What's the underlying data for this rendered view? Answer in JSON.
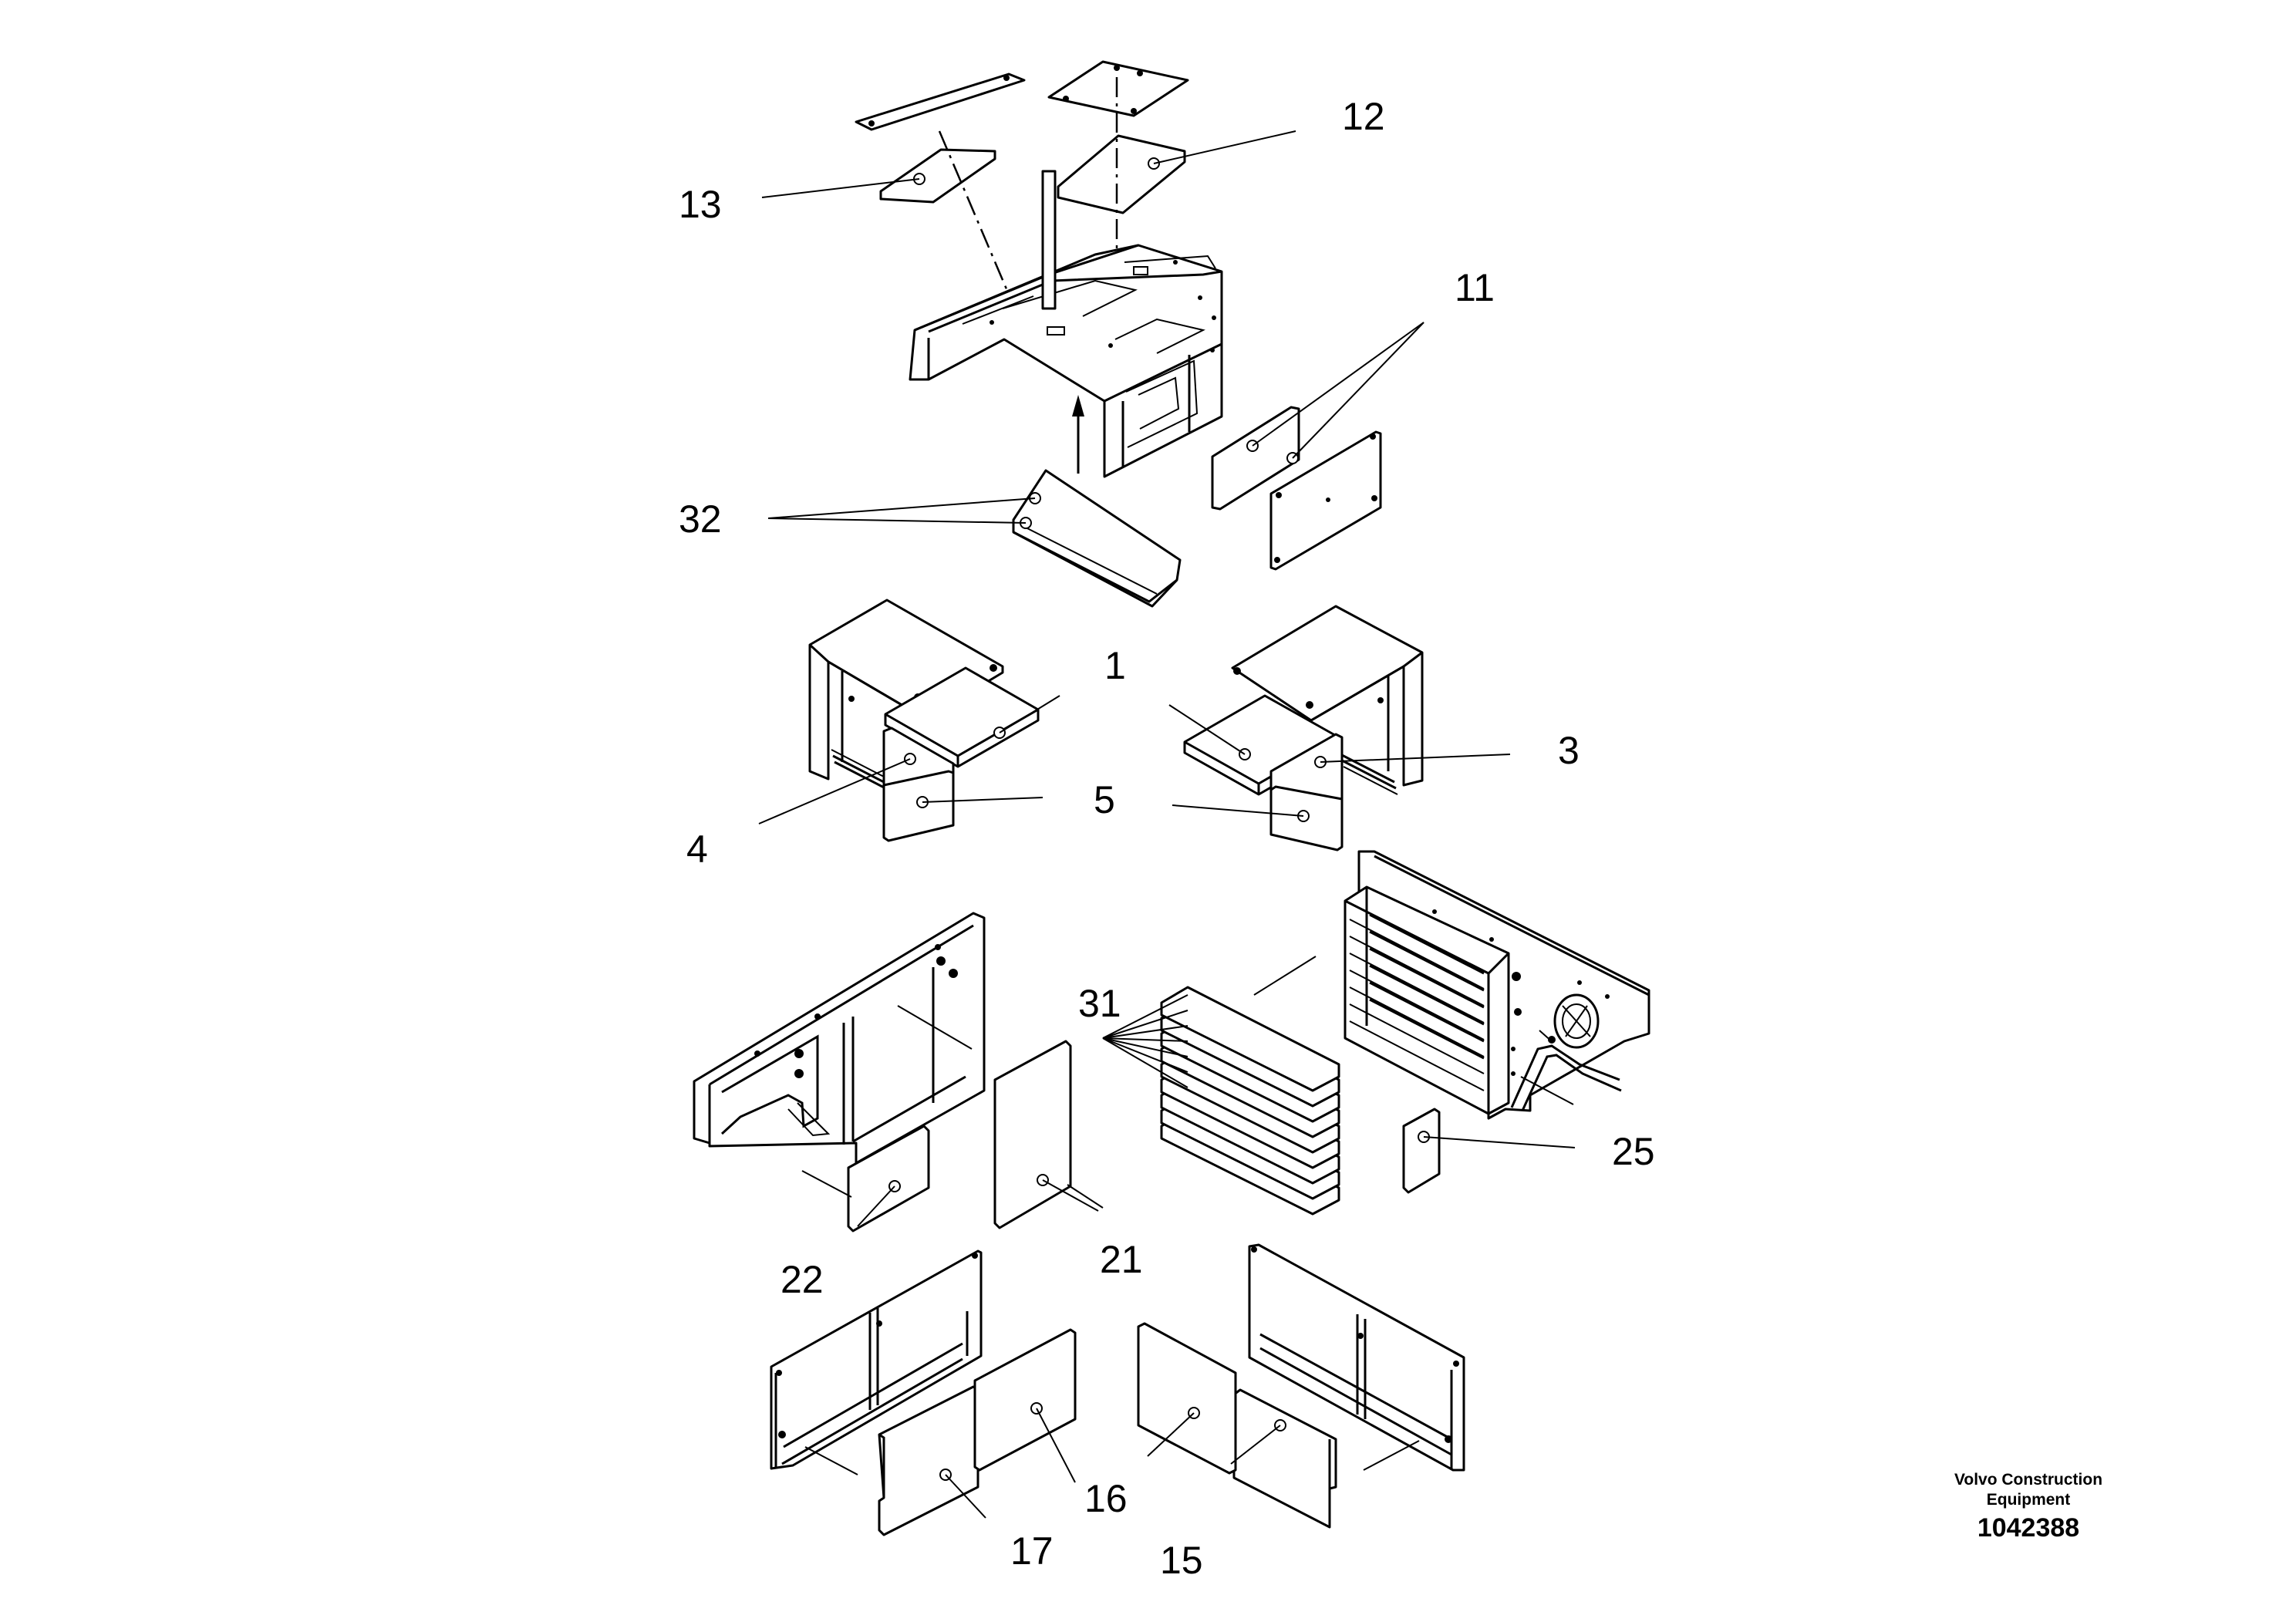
{
  "callouts": {
    "c1": "1",
    "c3": "3",
    "c4": "4",
    "c5": "5",
    "c11": "11",
    "c12": "12",
    "c13": "13",
    "c15": "15",
    "c16": "16",
    "c17": "17",
    "c21": "21",
    "c22": "22",
    "c25": "25",
    "c31": "31",
    "c32": "32"
  },
  "footer": {
    "company_line1": "Volvo Construction",
    "company_line2": "Equipment",
    "document_number": "1042388"
  }
}
